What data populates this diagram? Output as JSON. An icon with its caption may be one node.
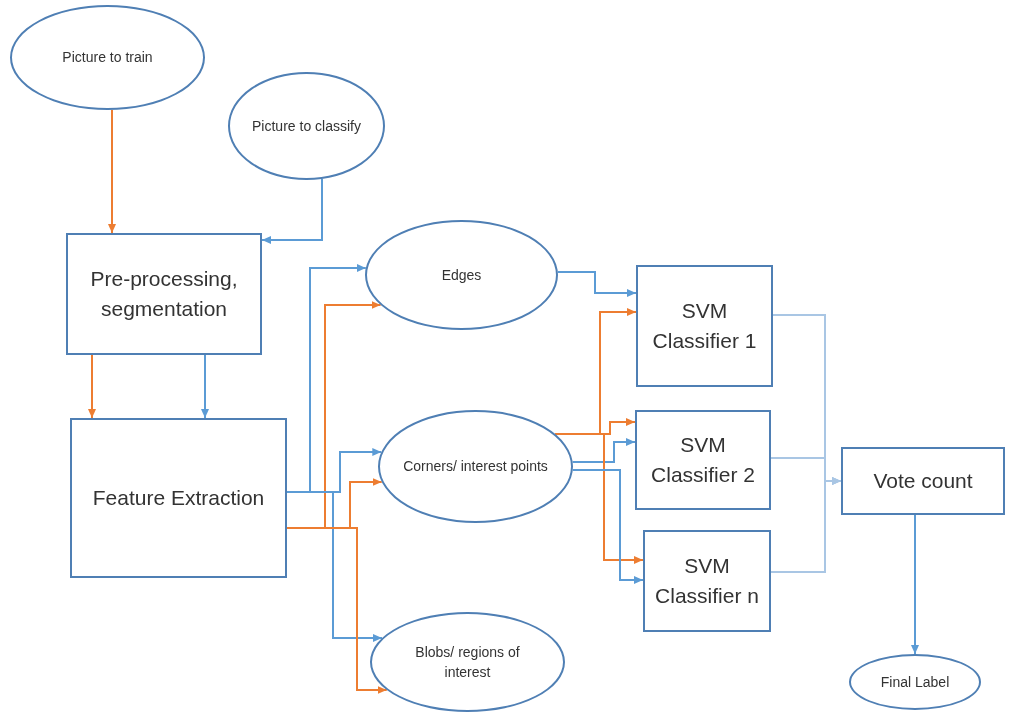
{
  "diagram": {
    "nodes": [
      {
        "text": [
          "Picture to train"
        ]
      },
      {
        "text": [
          "Picture to classify"
        ]
      },
      {
        "text": [
          "Pre-processing, segmentation"
        ]
      },
      {
        "text": [
          "Feature Extraction"
        ]
      },
      {
        "text": [
          "Edges"
        ]
      },
      {
        "text": [
          "Corners/ interest points"
        ]
      },
      {
        "text": [
          "Blobs/ regions of interest"
        ]
      },
      {
        "text": [
          "SVM Classifier 1"
        ]
      },
      {
        "text": [
          "SVM Classifier 2"
        ]
      },
      {
        "text": [
          "SVM Classifier n"
        ]
      },
      {
        "text": [
          "Vote count"
        ]
      },
      {
        "text": [
          "Final Label"
        ]
      }
    ],
    "edges": [
      {
        "from": 0,
        "to": 2,
        "arrow": "to",
        "color": "#ed7d31"
      },
      {
        "from": 1,
        "to": 2,
        "arrow": "to"
      },
      {
        "from": 2,
        "to": 3,
        "arrow": "to",
        "color": "#ed7d31"
      },
      {
        "from": 2,
        "to": 3,
        "arrow": "to"
      },
      {
        "from": 3,
        "to": 4,
        "arrow": "to"
      },
      {
        "from": 3,
        "to": 4,
        "arrow": "to",
        "color": "#ed7d31"
      },
      {
        "from": 3,
        "to": 5,
        "arrow": "to"
      },
      {
        "from": 3,
        "to": 5,
        "arrow": "to",
        "color": "#ed7d31"
      },
      {
        "from": 3,
        "to": 6,
        "arrow": "to"
      },
      {
        "from": 3,
        "to": 6,
        "arrow": "to",
        "color": "#ed7d31"
      },
      {
        "from": 4,
        "to": 7,
        "arrow": "to"
      },
      {
        "from": 5,
        "to": 7,
        "arrow": "to",
        "color": "#ed7d31"
      },
      {
        "from": 5,
        "to": 8,
        "arrow": "to",
        "color": "#ed7d31"
      },
      {
        "from": 5,
        "to": 8,
        "arrow": "to"
      },
      {
        "from": 5,
        "to": 9,
        "arrow": "to",
        "color": "#ed7d31"
      },
      {
        "from": 5,
        "to": 9,
        "arrow": "to"
      },
      {
        "from": 7,
        "to": 10,
        "arrow": "to",
        "color": "#a9c6e4"
      },
      {
        "from": 8,
        "to": 10,
        "arrow": "to",
        "color": "#a9c6e4"
      },
      {
        "from": 9,
        "to": 10,
        "arrow": "to",
        "color": "#a9c6e4"
      },
      {
        "from": 10,
        "to": 11,
        "arrow": "to"
      }
    ]
  }
}
